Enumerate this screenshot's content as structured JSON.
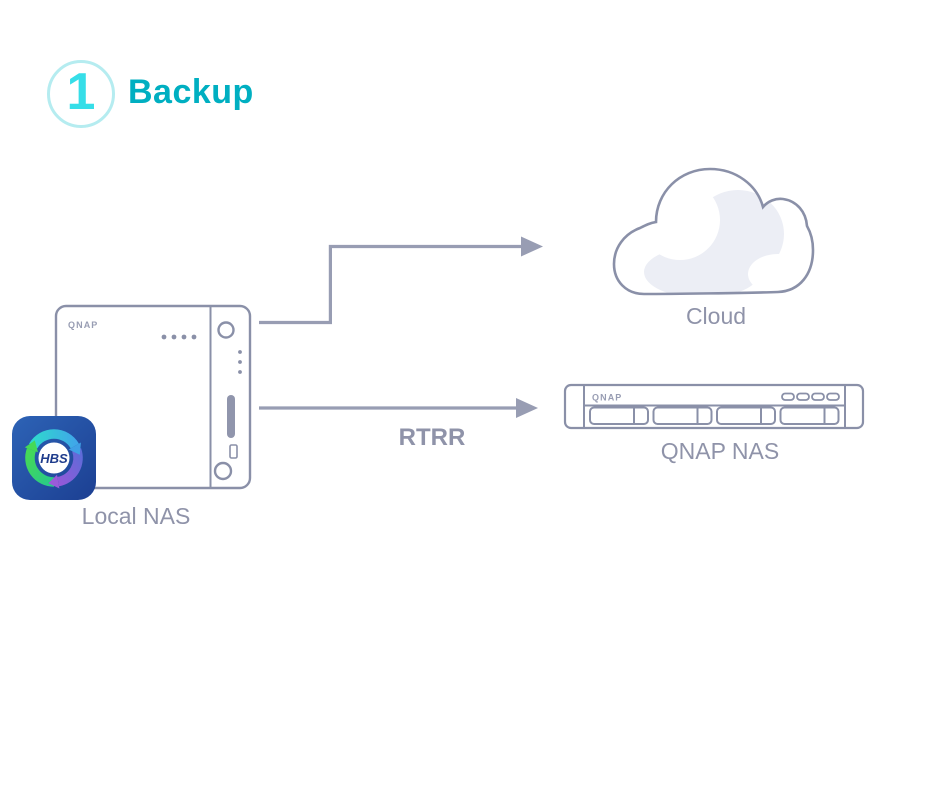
{
  "step": {
    "number": "1",
    "title": "Backup"
  },
  "nodes": {
    "local_nas": {
      "label": "Local NAS",
      "brand": "QNAP",
      "app_badge": "HBS"
    },
    "cloud": {
      "label": "Cloud"
    },
    "qnap_nas": {
      "label": "QNAP NAS",
      "brand": "QNAP"
    }
  },
  "edges": {
    "local_to_cloud": {
      "from": "local_nas",
      "to": "cloud",
      "label": ""
    },
    "local_to_qnap_nas": {
      "from": "local_nas",
      "to": "qnap_nas",
      "label": "RTRR"
    }
  },
  "colors": {
    "accent_teal": "#00afc1",
    "step_number_cyan": "#36dee8",
    "step_ring_cyan": "#b5ecf0",
    "outline_gray": "#8a90a8",
    "arrow_gray": "#989db3",
    "label_gray": "#8f93a9",
    "cloud_shade": "#eceef5",
    "hbs_blue": "#2454a4"
  }
}
